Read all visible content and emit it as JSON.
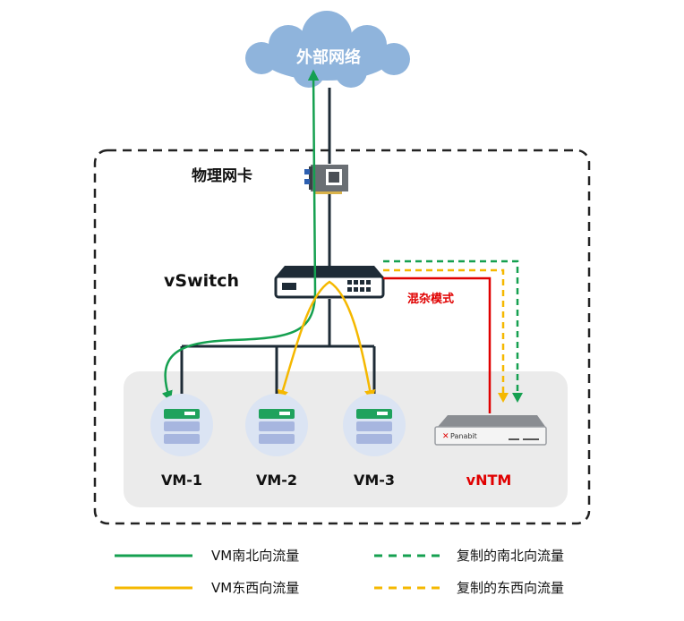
{
  "labels": {
    "cloud": "外部网络",
    "nic": "物理网卡",
    "vswitch": "vSwitch",
    "promisc": "混杂模式",
    "vm1": "VM-1",
    "vm2": "VM-2",
    "vm3": "VM-3",
    "vntm": "vNTM",
    "brand": "Panabit"
  },
  "legend": {
    "ns": "VM南北向流量",
    "ew": "VM东西向流量",
    "copy_ns": "复制的南北向流量",
    "copy_ew": "复制的东西向流量"
  },
  "colors": {
    "green": "#15a050",
    "yellow": "#f5b800",
    "red": "#e00000",
    "dark": "#1e2b36",
    "cloud": "#8fb4dc",
    "zone": "#ebebeb"
  }
}
